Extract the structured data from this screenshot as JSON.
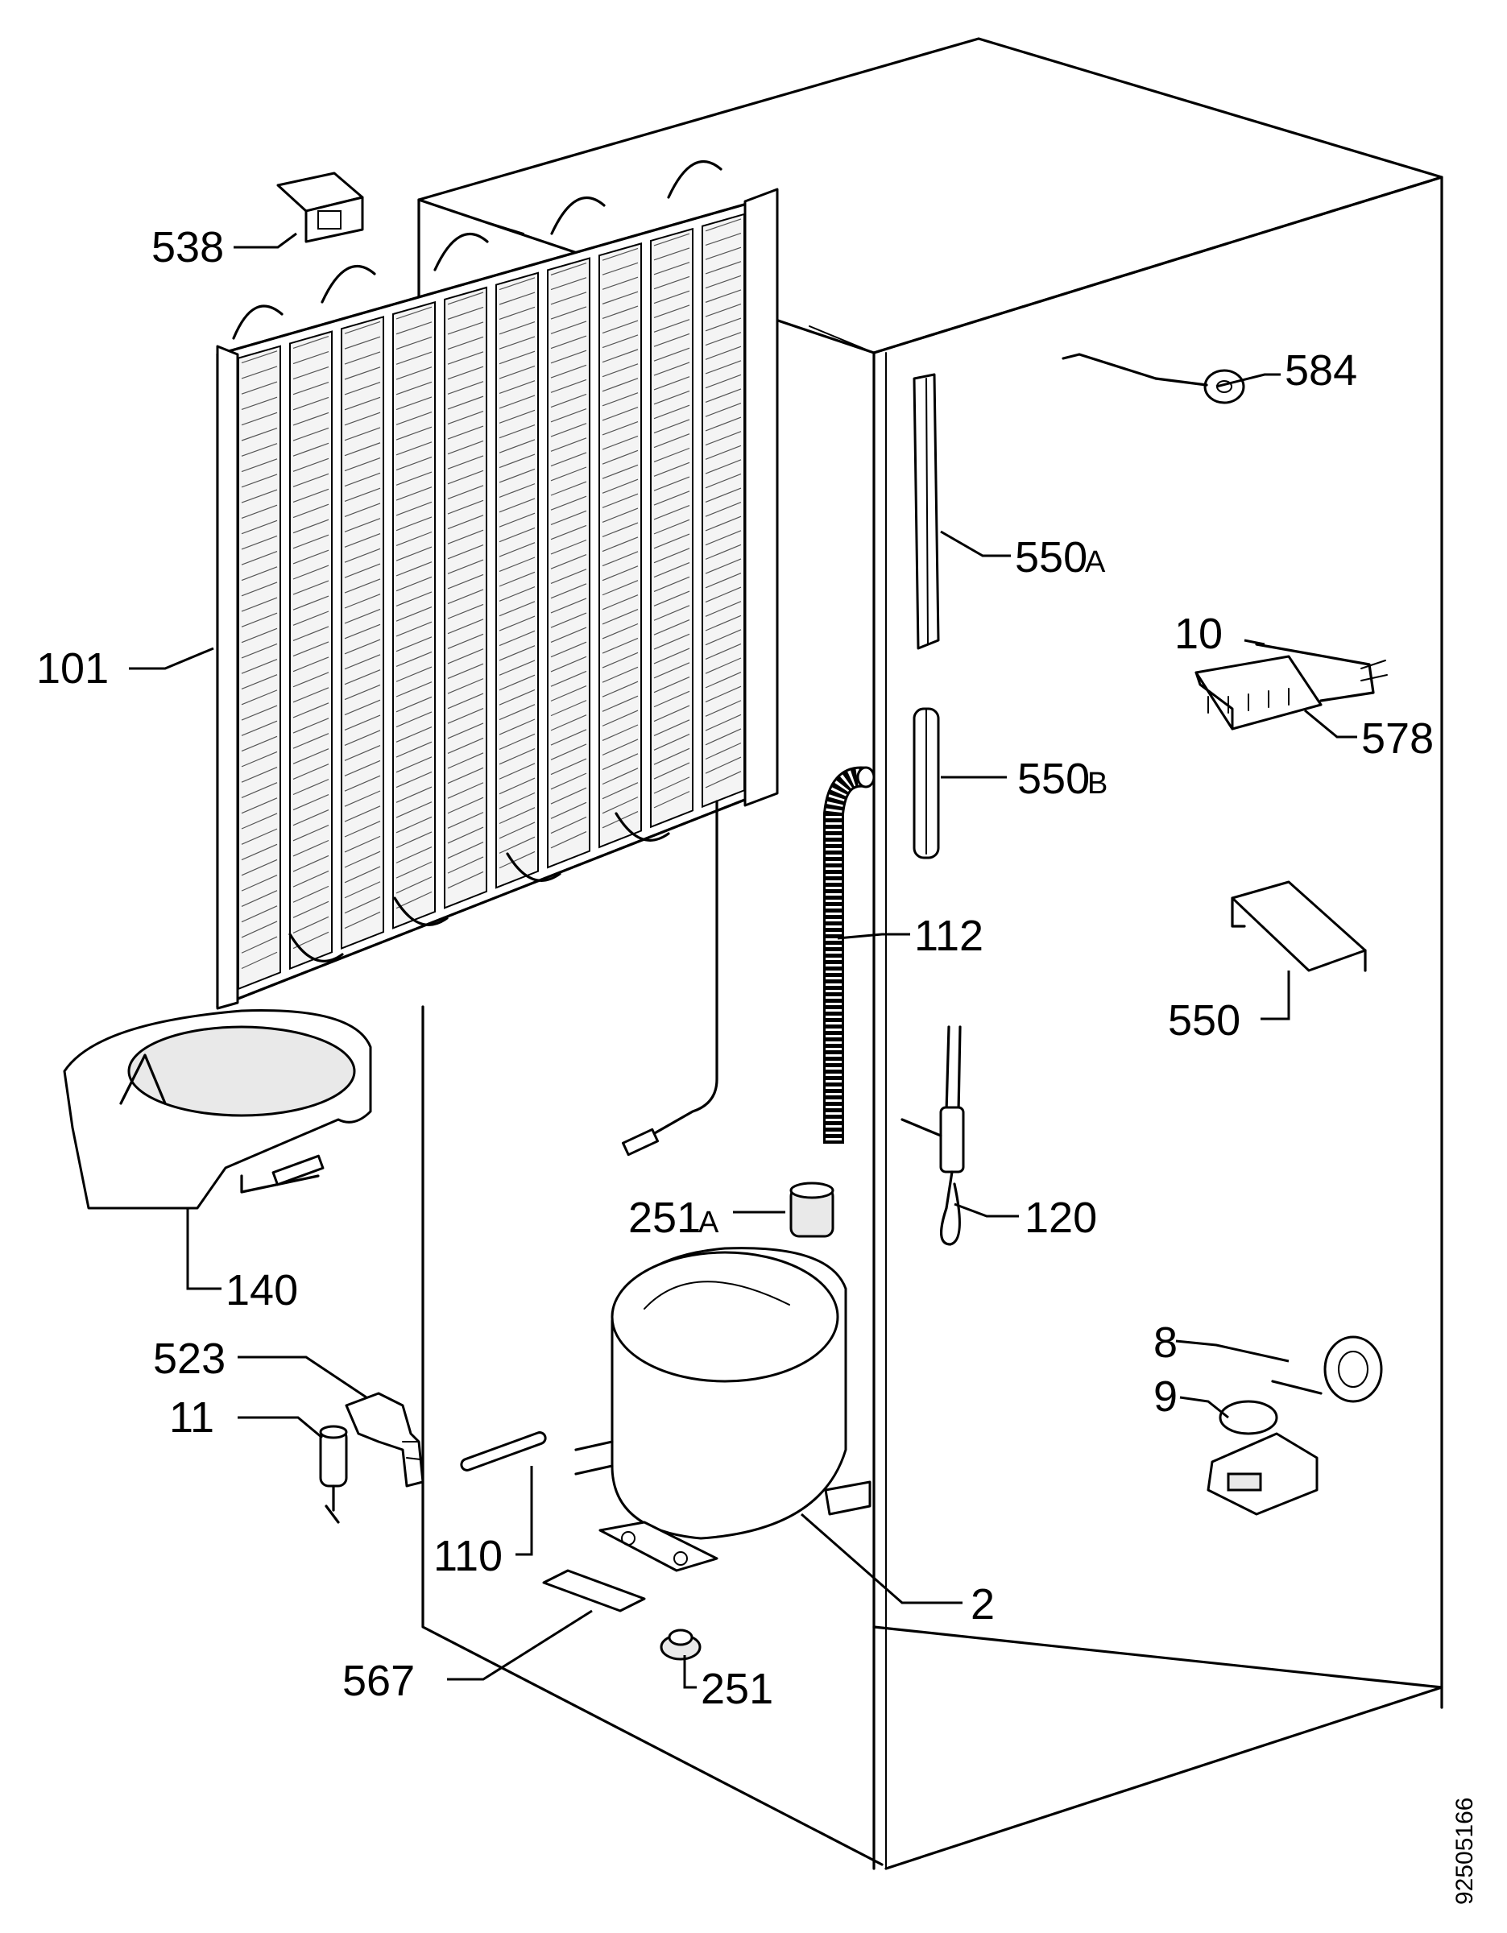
{
  "document_number": "92505166",
  "parts": [
    {
      "id": "538",
      "label": "538"
    },
    {
      "id": "584",
      "label": "584"
    },
    {
      "id": "550A",
      "label": "550",
      "suffix": "A"
    },
    {
      "id": "101",
      "label": "101"
    },
    {
      "id": "10",
      "label": "10"
    },
    {
      "id": "578",
      "label": "578"
    },
    {
      "id": "550B",
      "label": "550",
      "suffix": "B"
    },
    {
      "id": "112",
      "label": "112"
    },
    {
      "id": "550",
      "label": "550"
    },
    {
      "id": "251A",
      "label": "251",
      "suffix": "A"
    },
    {
      "id": "120",
      "label": "120"
    },
    {
      "id": "140",
      "label": "140"
    },
    {
      "id": "523",
      "label": "523"
    },
    {
      "id": "8",
      "label": "8"
    },
    {
      "id": "11",
      "label": "11"
    },
    {
      "id": "9",
      "label": "9"
    },
    {
      "id": "110",
      "label": "110"
    },
    {
      "id": "2",
      "label": "2"
    },
    {
      "id": "567",
      "label": "567"
    },
    {
      "id": "251",
      "label": "251"
    }
  ]
}
